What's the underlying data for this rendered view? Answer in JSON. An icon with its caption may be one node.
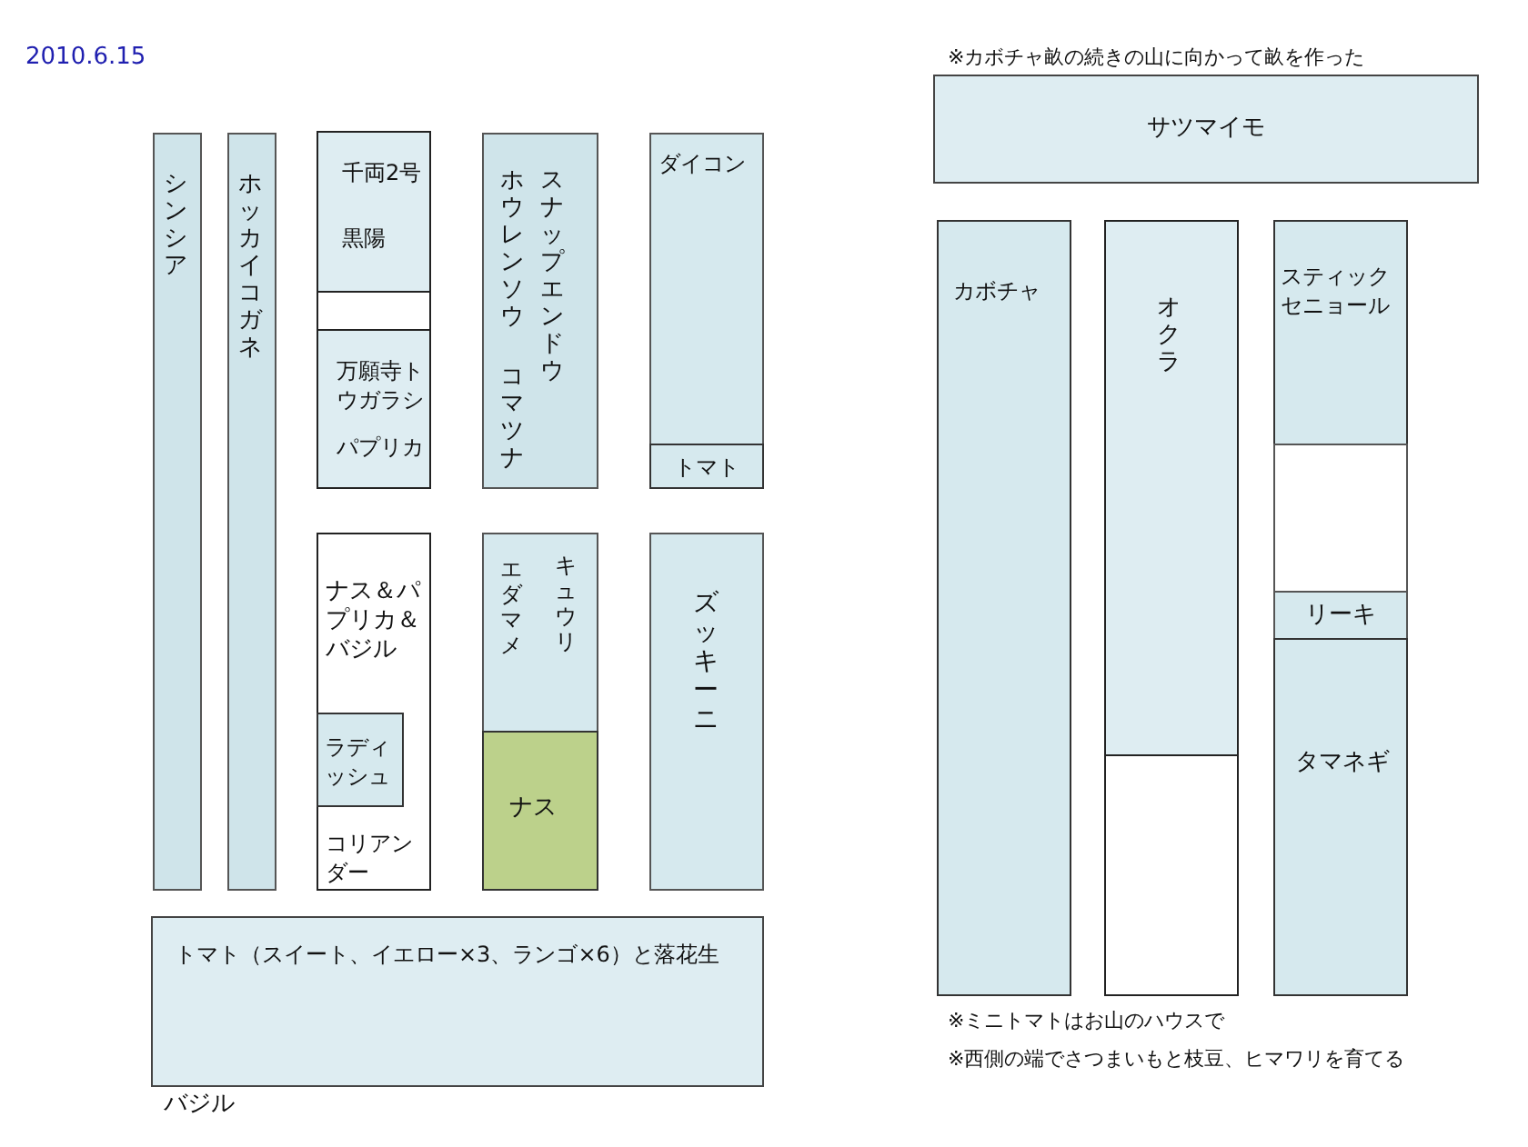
{
  "diagram": {
    "title": "2010.6.15",
    "nodes": [
      {
        "text": [
          "シンシア"
        ]
      },
      {
        "text": [
          "ホッカイコガネ"
        ]
      },
      {
        "text": [
          "千両2号",
          "黒陽"
        ]
      },
      {
        "text": [],
        "shape": "box"
      },
      {
        "text": [
          "万願寺トウガラシ",
          "パプリカ"
        ]
      },
      {
        "text": [
          "ホウレンソウ",
          "スナップエンドウ",
          "コマツナ"
        ]
      },
      {
        "text": [
          "ダイコン"
        ]
      },
      {
        "text": [
          "トマト"
        ]
      },
      {
        "text": [
          "ナス＆パプリカ＆バジル",
          "コリアンダー"
        ]
      },
      {
        "text": [
          "ラディッシュ"
        ],
        "in": 8
      },
      {
        "text": [
          "エダマメ",
          "キュウリ"
        ]
      },
      {
        "text": [
          "ナス"
        ]
      },
      {
        "text": [
          "ズッキーニ"
        ]
      },
      {
        "text": [
          "トマト（スイート、イエロー×3、ランゴ×6）と落花生"
        ]
      },
      {
        "text": [
          "サツマイモ"
        ]
      },
      {
        "text": [
          "カボチャ"
        ]
      },
      {
        "text": [
          "オクラ"
        ]
      },
      {
        "text": [],
        "shape": "box"
      },
      {
        "text": [
          "スティックセニョール"
        ]
      },
      {
        "text": [],
        "shape": "box"
      },
      {
        "text": [
          "リーキ"
        ]
      },
      {
        "text": [
          "タマネギ"
        ]
      }
    ],
    "labels": [
      "※カボチャ畝の続きの山に向かって畝を作った",
      "※ミニトマトはお山のハウスで",
      "※西側の端でさつまいもと枝豆、ヒマワリを育てる",
      "バジル"
    ]
  }
}
